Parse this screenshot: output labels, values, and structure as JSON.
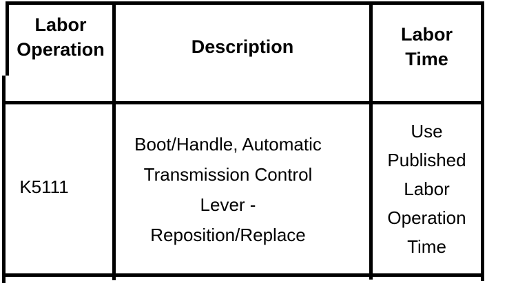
{
  "document": {
    "type": "labor-operation-table",
    "colors": {
      "border": "#000000",
      "text": "#000000",
      "background": "#ffffff"
    },
    "table": {
      "columns": [
        {
          "label": "Labor Operation",
          "lines": [
            "Labor",
            "Operation"
          ]
        },
        {
          "label": "Description",
          "lines": [
            "Description"
          ]
        },
        {
          "label": "Labor Time",
          "lines": [
            "Labor",
            "Time"
          ]
        }
      ],
      "rows": [
        {
          "labor_operation": "K5111",
          "description": "Boot/Handle, Automatic Transmission Control Lever - Reposition/Replace",
          "description_lines": [
            "Boot/Handle, Automatic",
            "Transmission Control",
            "Lever -",
            "Reposition/Replace"
          ],
          "labor_time": "Use Published Labor Operation Time",
          "labor_time_lines": [
            "Use",
            "Published",
            "Labor",
            "Operation",
            "Time"
          ]
        }
      ]
    }
  }
}
